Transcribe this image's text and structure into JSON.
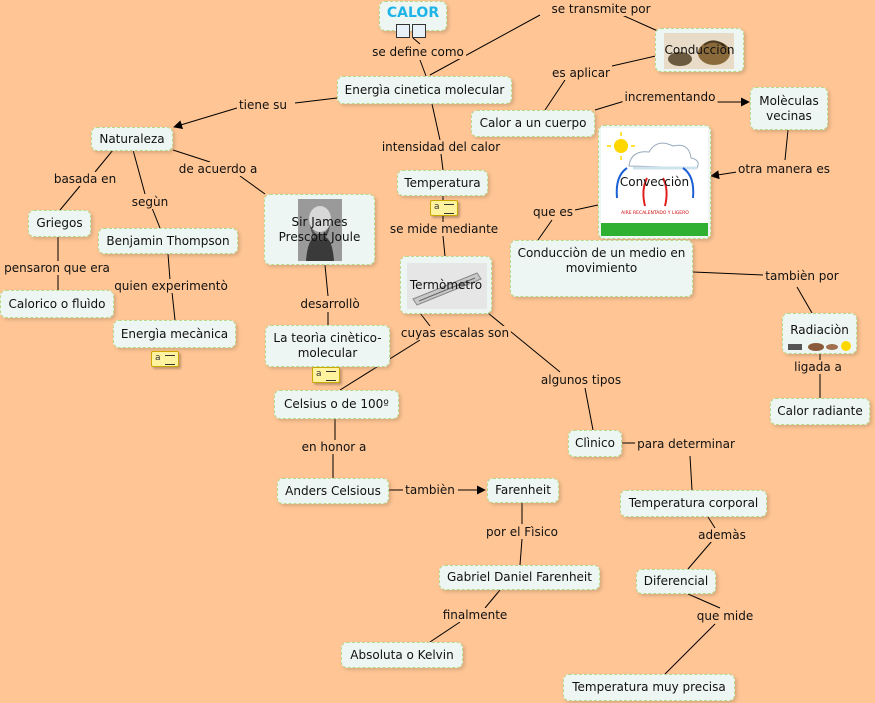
{
  "title": "CALOR",
  "nodes": {
    "energia": "Energìa cinetica molecular",
    "naturaleza": "Naturaleza",
    "griegos": "Griegos",
    "benjamin": "Benjamin Thompson",
    "calorico": "Calorico o fluìdo",
    "energia_mecanica": "Energìa mecànica",
    "joule": "Sir James Prescott Joule",
    "teoria": "La teorìa cinètico-molecular",
    "temperatura": "Temperatura",
    "termometro": "Termòmetro",
    "celsius": "Celsius o de 100º",
    "anders": "Anders Celsious",
    "farenheit": "Farenheit",
    "gabriel": "Gabriel Daniel Farenheit",
    "absoluta": "Absoluta o Kelvin",
    "clinico": "Clìnico",
    "temp_corporal": "Temperatura corporal",
    "diferencial": "Diferencial",
    "temp_precisa": "Temperatura muy precisa",
    "conduccion": "Conducciòn",
    "calor_cuerpo": "Calor a un cuerpo",
    "moleculas": "Molèculas vecinas",
    "conveccion": "Convecciòn",
    "conduccion_medio": "Conducciòn de un medio en movimiento",
    "radiacion": "Radiaciòn",
    "calor_radiante": "Calor radiante"
  },
  "links": {
    "se_define_como": "se define como",
    "se_transmite_por": "se transmite por",
    "tiene_su": "tiene su",
    "basada_en": "basada en",
    "segun": "segùn",
    "de_acuerdo_a": "de acuerdo a",
    "pensaron_que_era": "pensaron que era",
    "quien_experimento": "quien experimentò",
    "desarrollo": "desarrollò",
    "intensidad_del_calor": "intensidad del calor",
    "se_mide_mediante": "se mide mediante",
    "cuyas_escalas_son": "cuyas escalas son",
    "algunos_tipos": "algunos tipos",
    "en_honor_a": "en honor a",
    "tambien": "tambièn",
    "por_el_fisico": "por el Fìsico",
    "finalmente": "finalmente",
    "para_determinar": "para determinar",
    "ademas": "ademàs",
    "que_mide": "que mide",
    "es_aplicar": "es aplicar",
    "incrementando": "incrementando",
    "otra_manera_es": "otra manera es",
    "que_es": "que es",
    "tambien_por": "tambièn por",
    "ligada_a": "ligada a"
  },
  "images": {
    "conveccion_caption": "AIRE RECALENTADO Y LIGERO"
  },
  "colors": {
    "background": "#FFC594",
    "node_fill": "#EEF6F3",
    "node_border": "#B9D98A",
    "title": "#1FB4E8",
    "note": "#FFF3A0"
  }
}
